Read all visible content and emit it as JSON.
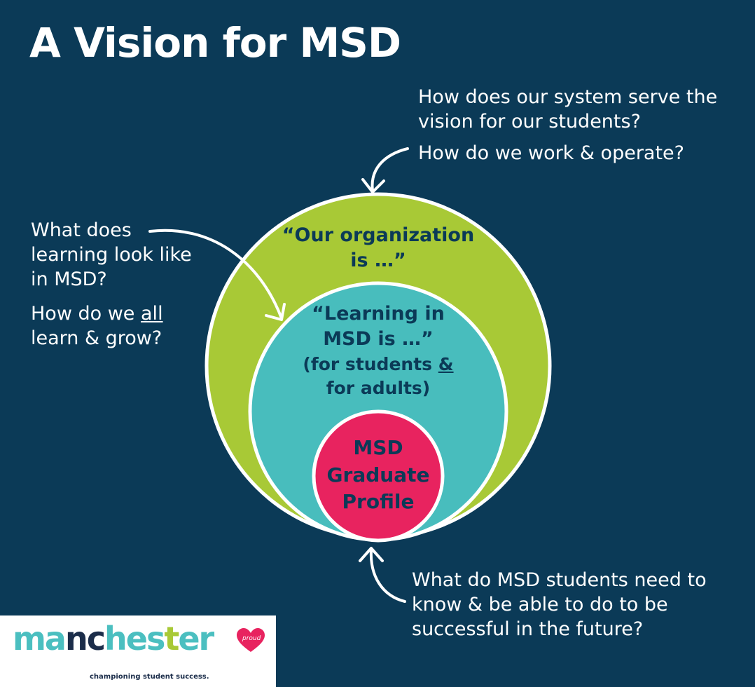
{
  "title": "A Vision for MSD",
  "questions": {
    "system": {
      "line1": "How does our system serve the vision for our students?",
      "line2": "How do we work & operate?"
    },
    "learning": {
      "line1": "What does learning look like in MSD?",
      "line2_pre": "How do we ",
      "line2_underlined": "all",
      "line2_post": " learn & grow?"
    },
    "students": {
      "text": "What do MSD students need to know & be able to do to be successful in the future?"
    }
  },
  "circles": {
    "outer": {
      "line1": "“Our organization",
      "line2": "is …”",
      "color": "#a8c936"
    },
    "middle": {
      "line1": "“Learning in",
      "line2": "MSD is …”",
      "line3_pre": "(for students ",
      "line3_underlined": "&",
      "line4": "for adults)",
      "color": "#48bdbd"
    },
    "inner": {
      "line1": "MSD",
      "line2": "Graduate",
      "line3": "Profile",
      "color": "#e8235f"
    }
  },
  "logo": {
    "word_part1": "ma",
    "word_part2": "nc",
    "word_part3": "hes",
    "word_part4": "t",
    "word_part5": "er",
    "badge": "proud",
    "tagline": "championing student success."
  },
  "colors": {
    "background": "#0b3a57",
    "text": "#ffffff"
  }
}
